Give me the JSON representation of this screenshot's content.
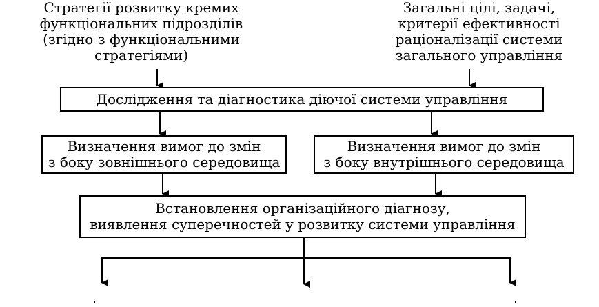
{
  "sources": {
    "left": {
      "lines": [
        "Стратегії розвитку крeмих",
        "функціональних підрозділів",
        "(згідно з функціональними",
        "стратегіями)"
      ]
    },
    "right": {
      "lines": [
        "Загальні цілі, задачі,",
        "критерії ефективності",
        "раціоналізації системи",
        "загального управління"
      ]
    }
  },
  "boxes": {
    "research": {
      "lines": [
        "Дослідження та діагностика діючої системи управління"
      ]
    },
    "external": {
      "lines": [
        "Визначення вимог до змін",
        "з боку зовнішнього середовища"
      ]
    },
    "internal": {
      "lines": [
        "Визначення вимог до змін",
        "з боку внутрішнього середовища"
      ]
    },
    "diagnosis": {
      "lines": [
        "Встановлення організаційного діагнозу,",
        "виявлення суперечностей у розвитку системи управління"
      ]
    }
  },
  "colors": {
    "line": "#000000",
    "background": "#ffffff"
  }
}
